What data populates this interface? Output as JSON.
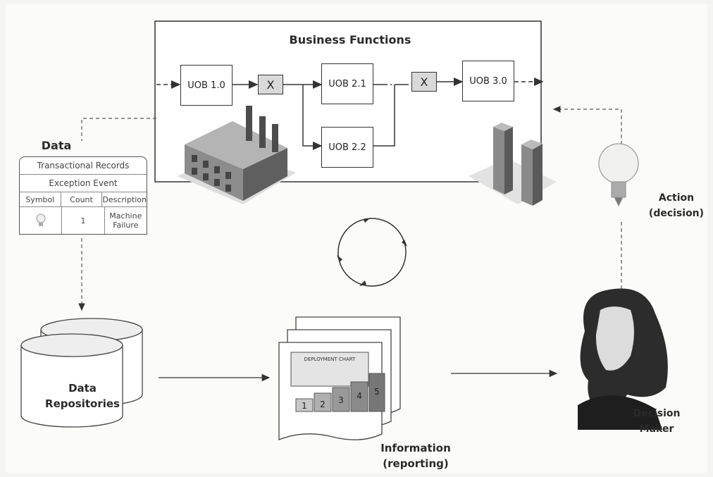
{
  "title": "Business Functions",
  "data_label": "Data",
  "nodes": {
    "uob1": "UOB 1.0",
    "uob21": "UOB 2.1",
    "uob22": "UOB 2.2",
    "uob3": "UOB 3.0",
    "x1": "X",
    "x2": "X"
  },
  "table": {
    "header": "Transactional Records",
    "subheader": "Exception Event",
    "columns": [
      "Symbol",
      "Count",
      "Description"
    ],
    "row": {
      "count": "1",
      "description": "Machine Failure"
    }
  },
  "repositories_label": "Data Repositories",
  "information_label": "Information (reporting)",
  "chart_card_title": "DEPLOYMENT CHART",
  "steps": [
    "1",
    "2",
    "3",
    "4",
    "5"
  ],
  "action_label": "Action (decision)",
  "decision_maker_label": "Decision Maker"
}
